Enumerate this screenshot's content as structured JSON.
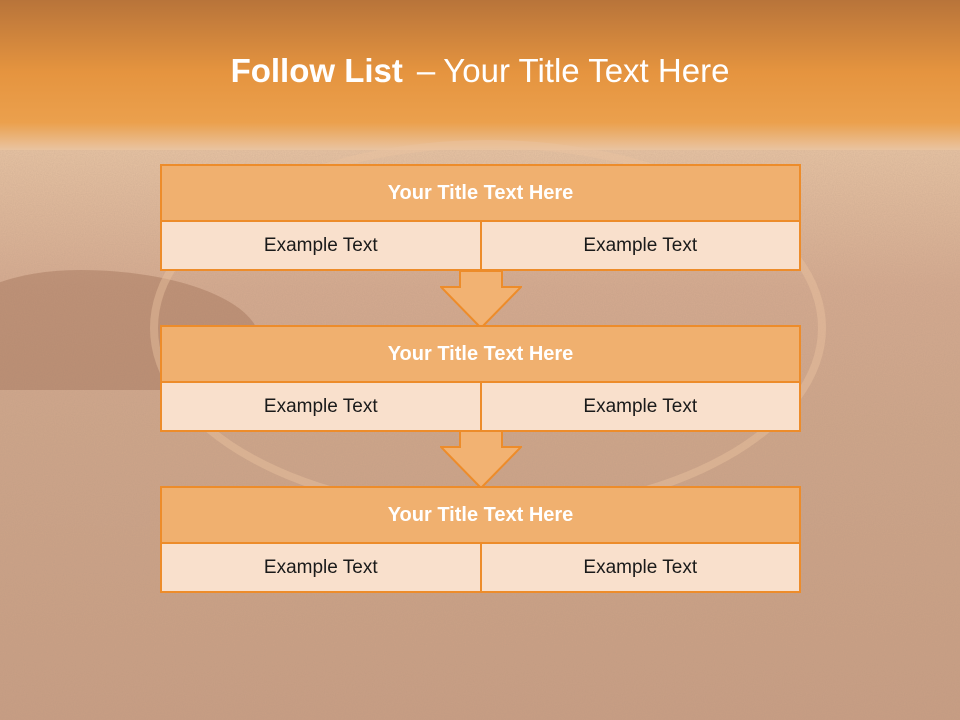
{
  "slide": {
    "title_bold": "Follow List",
    "title_separator": "–",
    "title_rest": "Your Title Text Here"
  },
  "steps": [
    {
      "title": "Your Title Text Here",
      "left": "Example Text",
      "right": "Example Text"
    },
    {
      "title": "Your Title Text Here",
      "left": "Example Text",
      "right": "Example Text"
    },
    {
      "title": "Your Title Text Here",
      "left": "Example Text",
      "right": "Example Text"
    }
  ],
  "colors": {
    "accent": "#ed8c2a",
    "header_fill": "#f0b06f",
    "cell_fill": "#f9e0cc",
    "arrow_fill": "#f2b272"
  }
}
